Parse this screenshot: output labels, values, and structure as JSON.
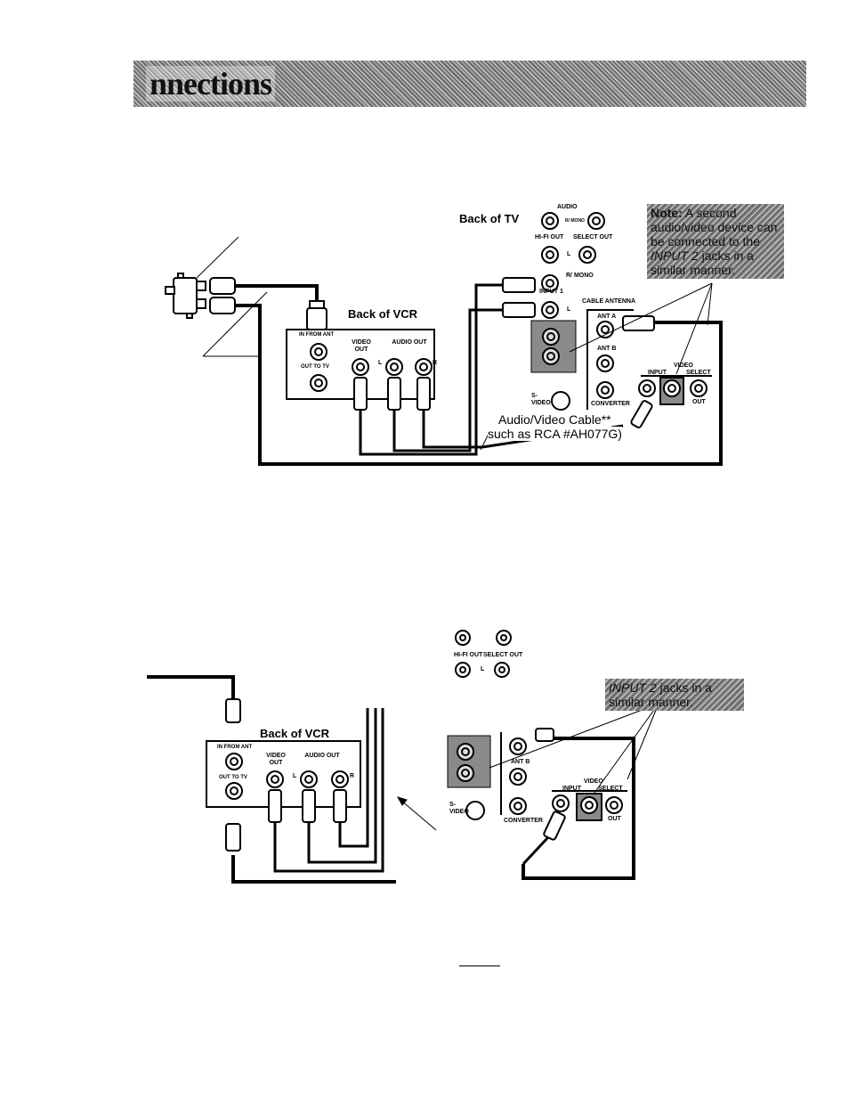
{
  "header": {
    "title": "nnections"
  },
  "diagram1": {
    "back_of_tv": "Back of TV",
    "back_of_vcr": "Back of VCR",
    "audio": "AUDIO",
    "r_mono": "R/ MONO",
    "hifi_out": "HI-FI OUT",
    "select_out": "SELECT OUT",
    "l": "L",
    "r": "R",
    "input1": "INPUT 1",
    "cable_antenna": "CABLE ANTENNA",
    "ant_a": "ANT A",
    "ant_b": "ANT B",
    "converter": "CONVERTER",
    "s_video": "S-VIDEO",
    "video": "VIDEO",
    "input": "INPUT",
    "select": "SELECT",
    "out": "OUT",
    "in_from_ant": "IN FROM ANT",
    "out_to_tv": "OUT TO TV",
    "video_out": "VIDEO OUT",
    "audio_out": "AUDIO OUT",
    "cable_label": "Audio/Video Cable**",
    "cable_example": "such as RCA #AH077G)",
    "note_prefix": "Note:",
    "note_l1": "A second",
    "note_l2": "audio/video device can",
    "note_l3": "be connected to the",
    "note_input": "INPUT 2",
    "note_l4": "jacks in a",
    "note_l5": "similar manner."
  },
  "diagram2": {
    "back_of_vcr": "Back of VCR",
    "hifi_out": "HI-FI OUT",
    "select_out": "SELECT OUT",
    "l": "L",
    "r": "R",
    "in_from_ant": "IN FROM ANT",
    "out_to_tv": "OUT TO TV",
    "video_out": "VIDEO OUT",
    "audio_out": "AUDIO OUT",
    "ant_b": "ANT B",
    "converter": "CONVERTER",
    "s_video": "S-VIDEO",
    "video": "VIDEO",
    "input": "INPUT",
    "select": "SELECT",
    "out": "OUT",
    "note_input": "INPUT 2",
    "note_l1": "jacks in a",
    "note_l2": "similar manner."
  }
}
